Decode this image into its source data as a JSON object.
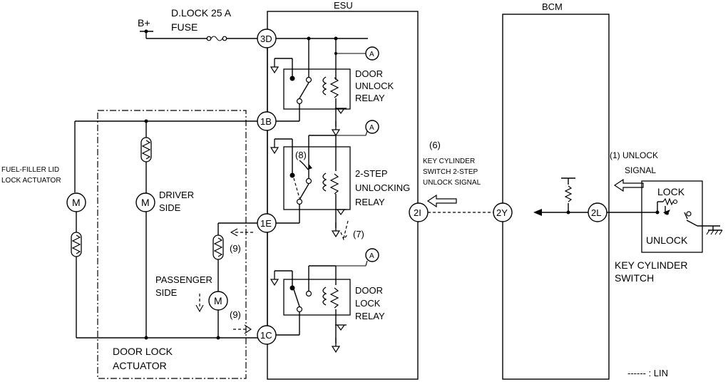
{
  "labels": {
    "b_plus": "B+",
    "fuse_name": "D.LOCK 25 A",
    "fuse_word": "FUSE",
    "esu": "ESU",
    "bcm": "BCM",
    "door_unlock_relay": [
      "DOOR",
      "UNLOCK",
      "RELAY"
    ],
    "two_step_relay": [
      "2-STEP",
      "UNLOCKING",
      "RELAY"
    ],
    "door_lock_relay": [
      "DOOR",
      "LOCK",
      "RELAY"
    ],
    "fuel_filler": [
      "FUEL-FILLER LID",
      "LOCK ACTUATOR"
    ],
    "driver_side": [
      "DRIVER",
      "SIDE"
    ],
    "passenger_side": [
      "PASSENGER",
      "SIDE"
    ],
    "door_lock_actuator": [
      "DOOR LOCK",
      "ACTUATOR"
    ],
    "key_cyl_signal": [
      "(6)",
      "KEY CYLINDER",
      "SWITCH 2-STEP",
      "UNLOCK SIGNAL"
    ],
    "unlock_signal": [
      "(1) UNLOCK",
      "SIGNAL"
    ],
    "lock_word": "LOCK",
    "unlock_word": "UNLOCK",
    "key_cylinder_switch": [
      "KEY CYLINDER",
      "SWITCH"
    ],
    "legend_lin": "------ : LIN",
    "step7": "(7)",
    "step8": "(8)",
    "step9a": "(9)",
    "step9b": "(9)",
    "motor": "M",
    "ref_a": "A"
  },
  "terminals": {
    "t3d": "3D",
    "t1b": "1B",
    "t1e": "1E",
    "t1c": "1C",
    "t2i": "2I",
    "t2y": "2Y",
    "t2l": "2L"
  }
}
